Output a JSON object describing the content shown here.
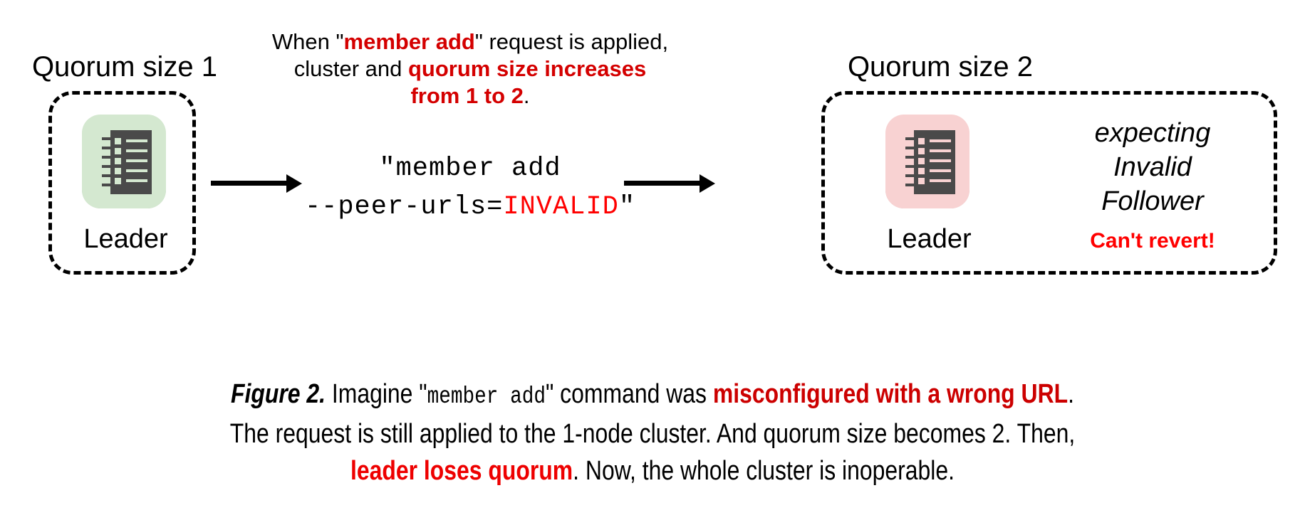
{
  "figure": {
    "left_cluster": {
      "title": "Quorum size 1",
      "node_label": "Leader",
      "icon": "server-icon",
      "icon_color": "#d4e8d0"
    },
    "right_cluster": {
      "title": "Quorum size 2",
      "node_label": "Leader",
      "icon": "server-icon",
      "icon_color": "#f8d2d2",
      "status_line1": "expecting",
      "status_line2": "Invalid",
      "status_line3": "Follower",
      "alert": "Can't revert!",
      "alert_color": "#ff0000"
    },
    "annotation": {
      "line1_a": "When \"",
      "line1_b": "member add",
      "line1_c": "\" request is applied,",
      "line2_a": "cluster and ",
      "line2_b": "quorum size increases",
      "line3_b": "from 1 to 2",
      "line3_c": ".",
      "highlight_color": "#d40000"
    },
    "command": {
      "line1": "\"member add",
      "line2_prefix": "--peer-urls=",
      "line2_invalid": "INVALID",
      "line2_suffix": "\"",
      "invalid_color": "#ff0000"
    },
    "arrows": {
      "left_arrow": "arrow-right-icon",
      "right_arrow": "arrow-right-icon"
    },
    "caption": {
      "figure_number": "Figure 2.",
      "l1_t1": " Imagine \"",
      "l1_mono": "member add",
      "l1_t2": "\" command was ",
      "l1_hl": "misconfigured with a wrong URL",
      "l1_t3": ".",
      "l2": "The request is still applied to the 1-node cluster. And quorum size becomes 2. Then,",
      "l3_hl": "leader loses quorum",
      "l3_t": ". Now, the whole cluster is inoperable."
    }
  }
}
